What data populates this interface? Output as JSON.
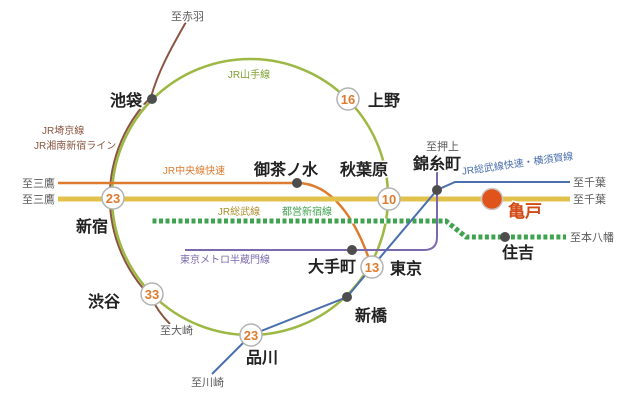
{
  "lines": {
    "yamanote": {
      "name": "JR山手線",
      "color": "#9db843"
    },
    "saikyo": {
      "name": "JR埼京線",
      "name2": "JR湘南新宿ライン",
      "color": "#8a5540"
    },
    "chuo_rapid": {
      "name": "JR中央線快速",
      "color": "#dd7b2f"
    },
    "sobu": {
      "name": "JR総武線",
      "color": "#e2c04c",
      "label_color": "#ad8f2d"
    },
    "toei_shinjuku": {
      "name": "都営新宿線",
      "color": "#3fa24e"
    },
    "hanzomon": {
      "name": "東京メトロ半蔵門線",
      "color": "#7a6aad"
    },
    "sobu_rapid_yokosuka": {
      "name": "JR総武線快速・横須賀線",
      "color": "#4a6fae"
    }
  },
  "destinations": {
    "akabane": "至赤羽",
    "mitaka_chuo": "至三鷹",
    "mitaka_sobu": "至三鷹",
    "oshiage": "至押上",
    "chiba_rapid": "至千葉",
    "chiba_sobu": "至千葉",
    "moto_yawata": "至本八幡",
    "osaki": "至大崎",
    "kawasaki": "至川崎"
  },
  "stations": {
    "ikebukuro": {
      "name": "池袋"
    },
    "ueno": {
      "name": "上野",
      "time": "16"
    },
    "shinjuku": {
      "name": "新宿",
      "time": "23"
    },
    "shibuya": {
      "name": "渋谷",
      "time": "33"
    },
    "shinagawa": {
      "name": "品川",
      "time": "23"
    },
    "shimbashi": {
      "name": "新橋"
    },
    "tokyo": {
      "name": "東京",
      "time": "13"
    },
    "otemachi": {
      "name": "大手町"
    },
    "ochanomizu": {
      "name": "御茶ノ水"
    },
    "akihabara": {
      "name": "秋葉原",
      "time": "10"
    },
    "kinshicho": {
      "name": "錦糸町"
    },
    "sumiyoshi": {
      "name": "住吉"
    },
    "kameido": {
      "name": "亀戸",
      "marker_color": "#e0541c"
    }
  }
}
